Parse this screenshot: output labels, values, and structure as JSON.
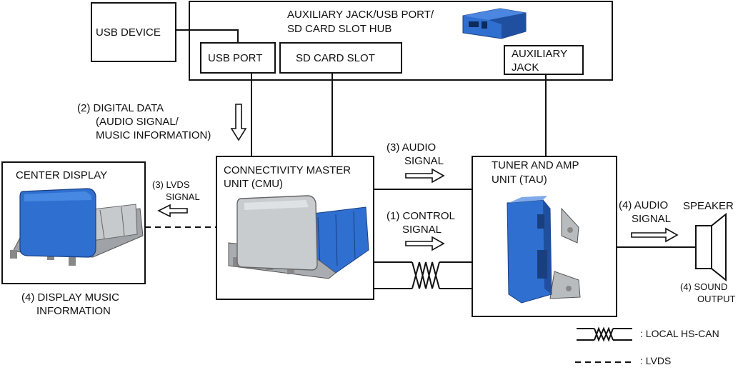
{
  "hub": {
    "title_line1": "AUXILIARY JACK/USB PORT/",
    "title_line2": "SD CARD SLOT HUB",
    "usb_port": "USB PORT",
    "sd_card_slot": "SD CARD SLOT",
    "aux_jack_line1": "AUXILIARY",
    "aux_jack_line2": "JACK"
  },
  "usb_device": "USB DEVICE",
  "digital_data": {
    "line1": "(2) DIGITAL DATA",
    "line2": "(AUDIO SIGNAL/",
    "line3": "MUSIC INFORMATION)"
  },
  "center_display": {
    "title": "CENTER DISPLAY",
    "caption_line1": "(4) DISPLAY MUSIC",
    "caption_line2": "INFORMATION"
  },
  "lvds_signal": {
    "line1": "(3) LVDS",
    "line2": "SIGNAL"
  },
  "cmu": {
    "line1": "CONNECTIVITY MASTER",
    "line2": "UNIT (CMU)"
  },
  "audio_signal_3": {
    "line1": "(3) AUDIO",
    "line2": "SIGNAL"
  },
  "control_signal": {
    "line1": "(1) CONTROL",
    "line2": "SIGNAL"
  },
  "tau": {
    "line1": "TUNER AND AMP",
    "line2": "UNIT (TAU)"
  },
  "audio_signal_4": {
    "line1": "(4) AUDIO",
    "line2": "SIGNAL"
  },
  "speaker": {
    "title": "SPEAKER",
    "caption_line1": "(4) SOUND",
    "caption_line2": "OUTPUT"
  },
  "legend": {
    "hs_can": ": LOCAL HS-CAN",
    "lvds": ": LVDS"
  },
  "colors": {
    "component_blue": "#2f6fd0",
    "component_dark_blue": "#1f4f9e",
    "housing_gray": "#b9bcbf",
    "line": "#111111"
  }
}
